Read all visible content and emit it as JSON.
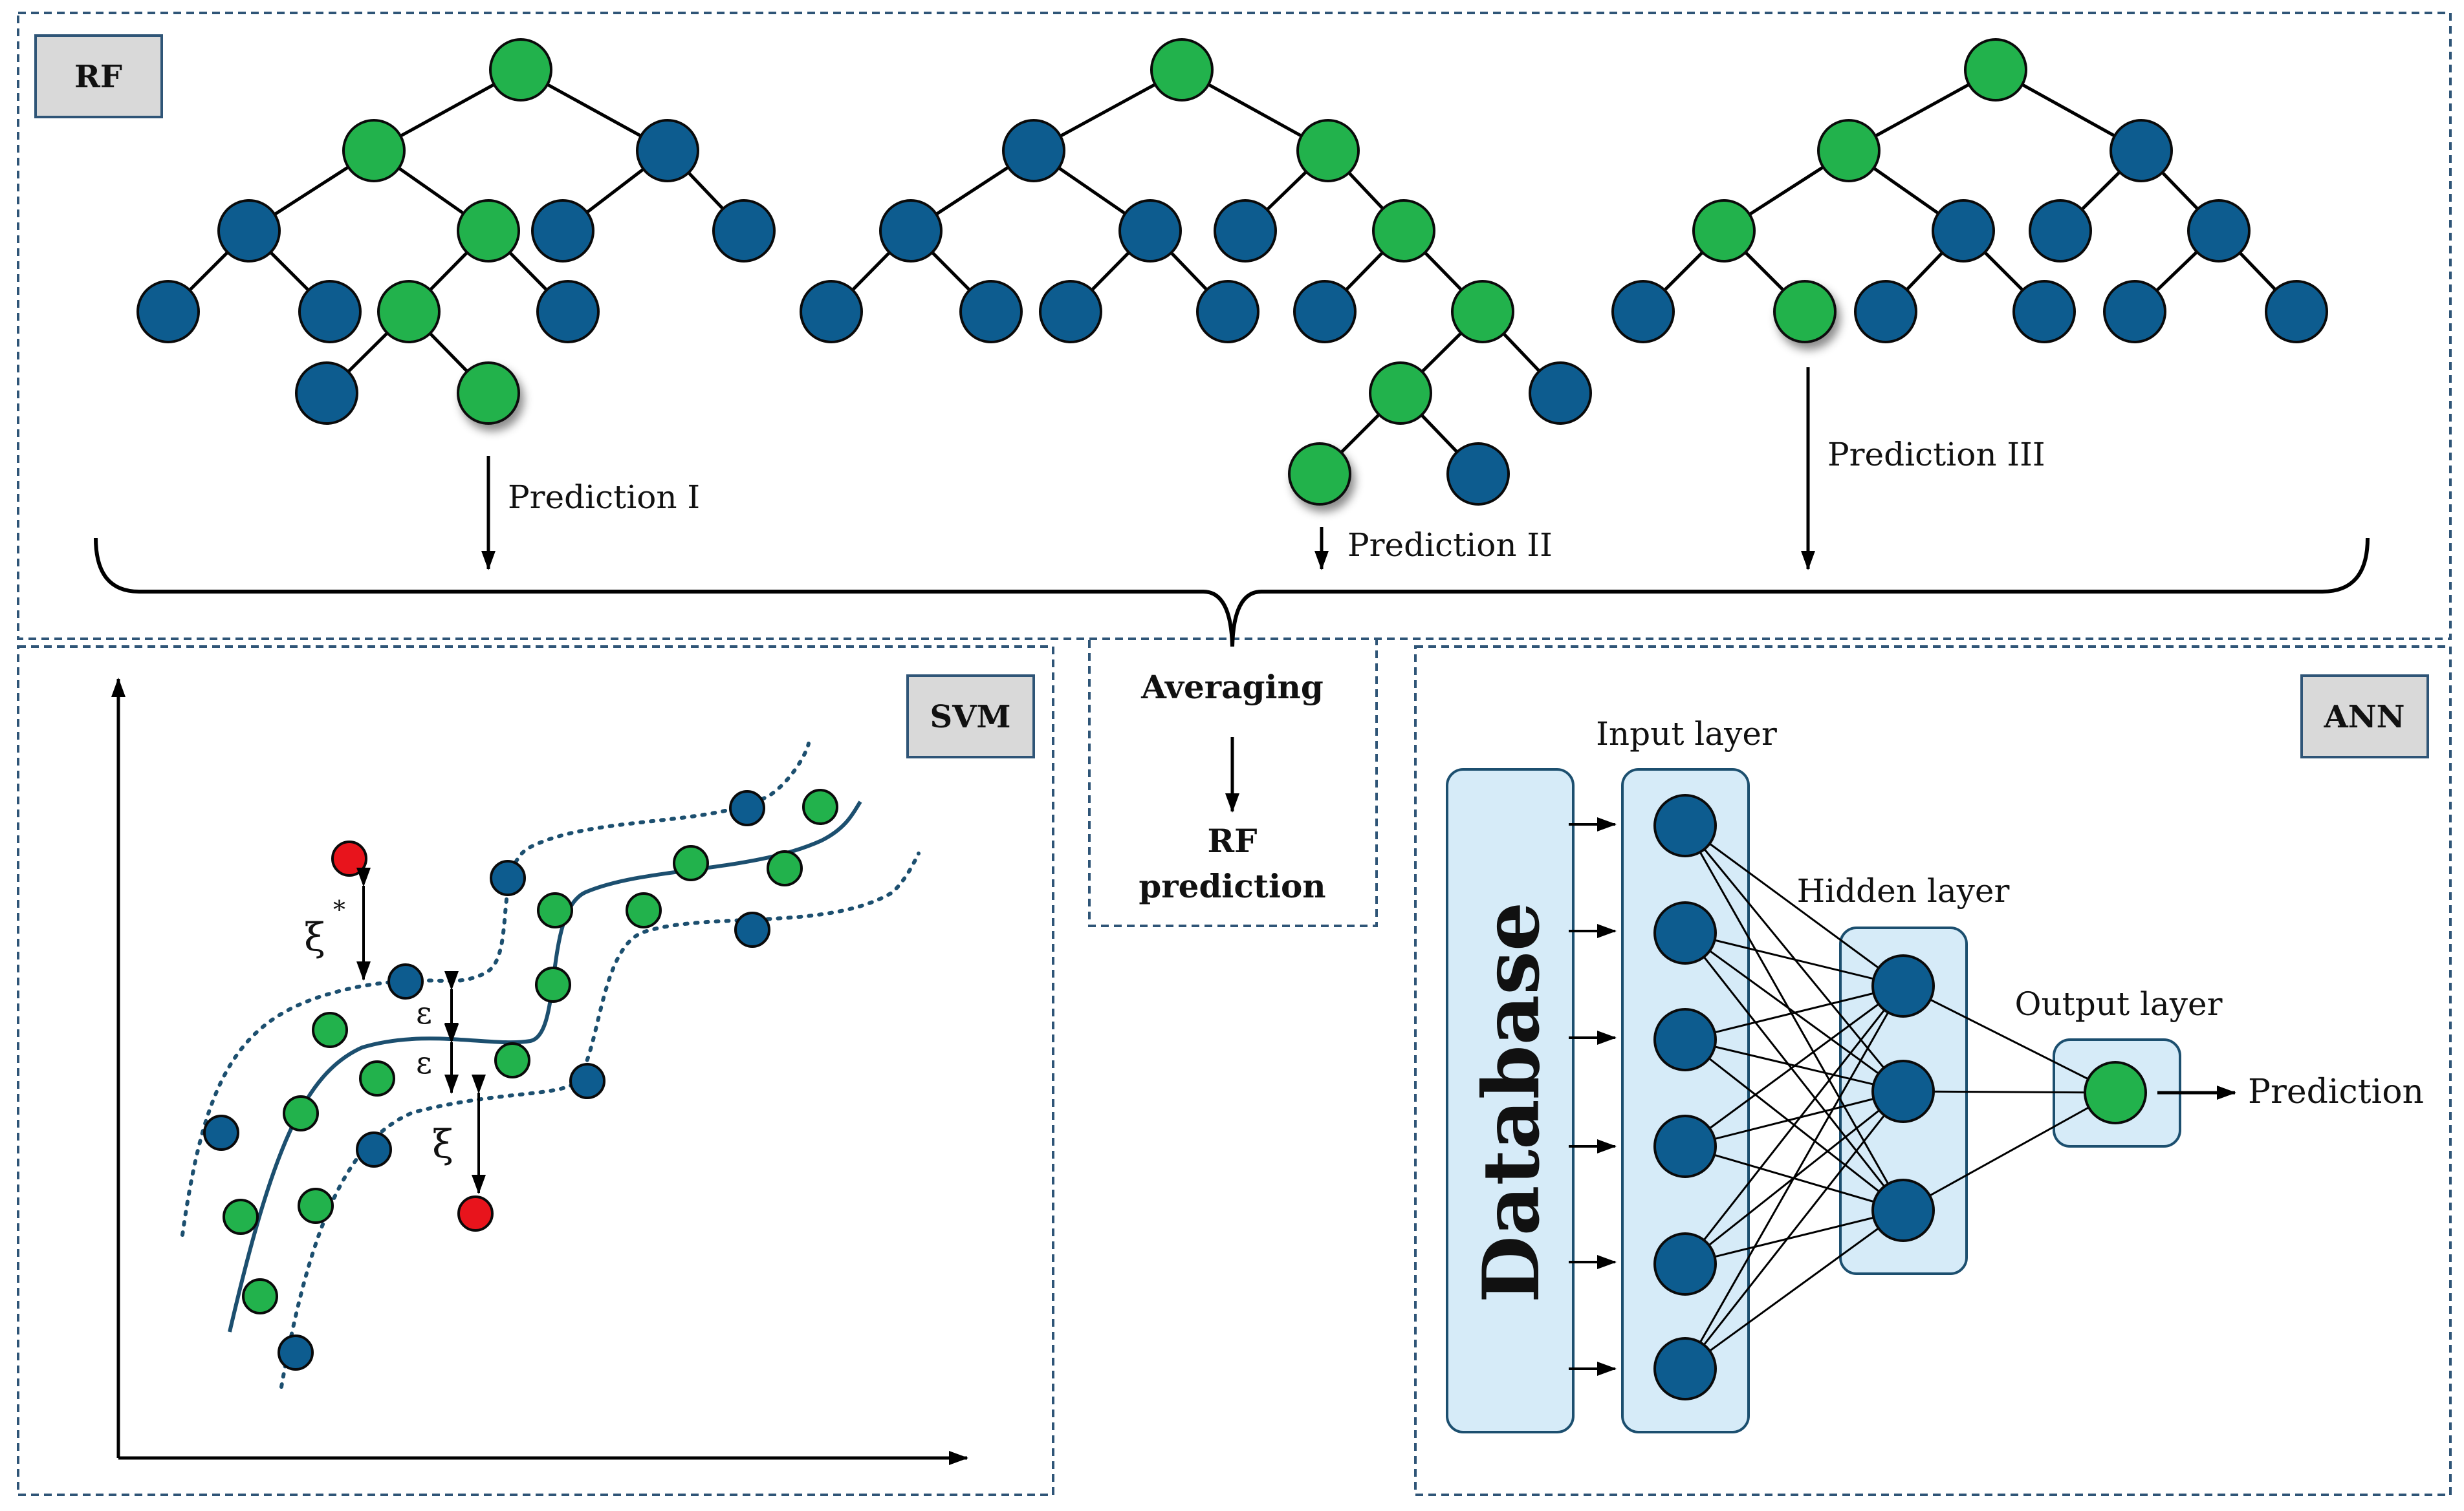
{
  "rf": {
    "tag": "RF",
    "predictions": [
      "Prediction I",
      "Prediction II",
      "Prediction III"
    ],
    "averaging": "Averaging",
    "output_line1": "RF",
    "output_line2": "prediction"
  },
  "svm": {
    "tag": "SVM",
    "xi_star": "ξ",
    "xi_star_sup": "*",
    "epsilon": "ε",
    "xi": "ξ"
  },
  "ann": {
    "tag": "ANN",
    "database": "Database",
    "input_layer": "Input layer",
    "hidden_layer": "Hidden layer",
    "output_layer": "Output layer",
    "prediction": "Prediction"
  },
  "colors": {
    "green_node": "#22b24c",
    "blue_node": "#0d5c8f",
    "red_point": "#e8141c",
    "layer_fill": "#d6ebf8",
    "tag_fill": "#d9d9d9",
    "dashed_border": "#2f5577"
  }
}
